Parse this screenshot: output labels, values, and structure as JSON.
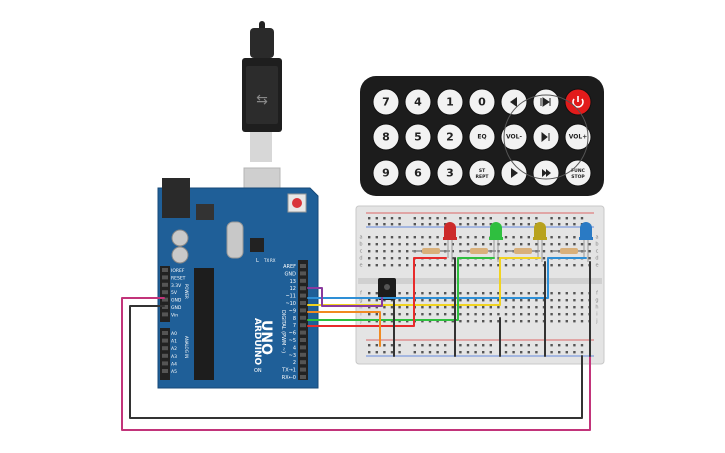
{
  "board": {
    "model": "UNO",
    "brand": "ARDUINO",
    "header_labels_right": [
      "AREF",
      "GND",
      "13",
      "12",
      "~11",
      "~10",
      "~9",
      "8",
      "7",
      "~6",
      "~5",
      "4",
      "~3",
      "2",
      "TX→1",
      "RX←0"
    ],
    "header_labels_left": [
      "IOREF",
      "RESET",
      "3.3V",
      "5V",
      "GND",
      "GND",
      "Vin",
      "A0",
      "A1",
      "A2",
      "A3",
      "A4",
      "A5"
    ],
    "section_right": "DIGITAL (PWM ~)",
    "section_power": "POWER",
    "section_analog": "ANALOG IN",
    "misc": {
      "l": "L",
      "tx": "TX",
      "rx": "RX",
      "on": "ON"
    },
    "colors": {
      "pcb": "#1f5f98",
      "header": "#222222"
    }
  },
  "remote": {
    "rows": [
      [
        {
          "t": "7",
          "k": "num"
        },
        {
          "t": "4",
          "k": "num"
        },
        {
          "t": "1",
          "k": "num"
        },
        {
          "t": "0",
          "k": "num"
        },
        {
          "t": "",
          "k": "prev"
        },
        {
          "t": "",
          "k": "playpause"
        },
        {
          "t": "",
          "k": "power"
        }
      ],
      [
        {
          "t": "8",
          "k": "num"
        },
        {
          "t": "5",
          "k": "num"
        },
        {
          "t": "2",
          "k": "num"
        },
        {
          "t": "EQ",
          "k": "txt"
        },
        {
          "t": "VOL-",
          "k": "txt"
        },
        {
          "t": "",
          "k": "ffrew"
        },
        {
          "t": "VOL+",
          "k": "txt"
        }
      ],
      [
        {
          "t": "9",
          "k": "num"
        },
        {
          "t": "6",
          "k": "num"
        },
        {
          "t": "3",
          "k": "num"
        },
        {
          "t": "ST/REPT",
          "k": "txt"
        },
        {
          "t": "",
          "k": "next"
        },
        {
          "t": "",
          "k": "down"
        },
        {
          "t": "FUNC/STOP",
          "k": "txt"
        }
      ]
    ],
    "colors": {
      "body": "#1c1c1c",
      "button": "#f2f2f2",
      "power": "#e21b1b"
    }
  },
  "breadboard": {
    "row_letters": [
      "a",
      "b",
      "c",
      "d",
      "e",
      "f",
      "g",
      "h",
      "i",
      "j"
    ],
    "colors": {
      "body": "#e4e4e4",
      "rail_red": "#d83c3c",
      "rail_blue": "#3c6cd8"
    }
  },
  "leds": [
    {
      "color": "#cc2a2a",
      "name": "red"
    },
    {
      "color": "#2fbf3f",
      "name": "green"
    },
    {
      "color": "#b8a21e",
      "name": "yellow"
    },
    {
      "color": "#2a7ac4",
      "name": "blue"
    }
  ],
  "wires": {
    "colors": {
      "red": "#e82b2b",
      "green": "#2fbf3f",
      "yellow": "#f1d320",
      "blue": "#2e8fd6",
      "magenta": "#c2347a",
      "black": "#333333",
      "orange": "#f08a22",
      "purple": "#8a3a9e"
    }
  }
}
